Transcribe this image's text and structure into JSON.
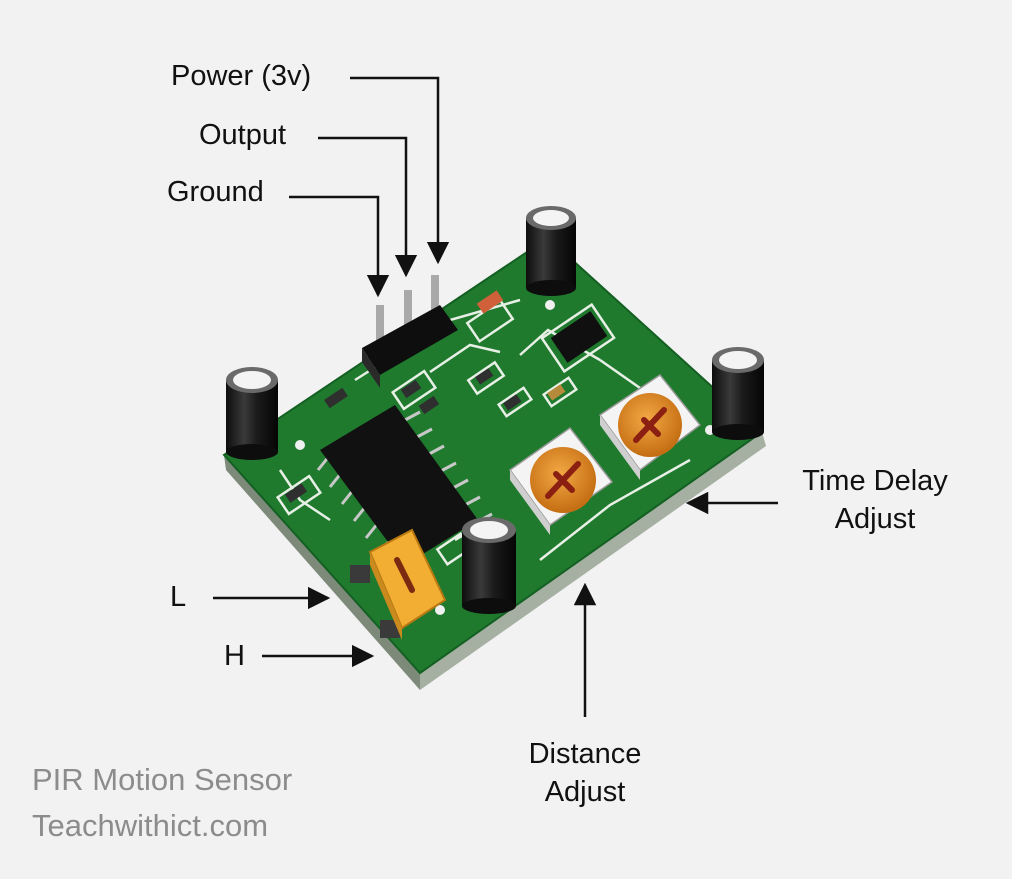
{
  "labels": {
    "power": "Power  (3v)",
    "output": "Output",
    "ground": "Ground",
    "time_delay_line1": "Time Delay",
    "time_delay_line2": "Adjust",
    "distance_line1": "Distance",
    "distance_line2": "Adjust",
    "low": "L",
    "high": "H"
  },
  "caption": {
    "title": "PIR Motion Sensor",
    "site": "Teachwithict.com"
  },
  "colors": {
    "background": "#f2f2f2",
    "pcb": "#1f7a2e",
    "pcb_dark": "#135a1e",
    "trace": "#e8f0e6",
    "capacitor": "#1e1e1e",
    "potentiometer": "#e7932a",
    "jumper": "#f2ad33",
    "caption_text": "#8c8c8c"
  }
}
